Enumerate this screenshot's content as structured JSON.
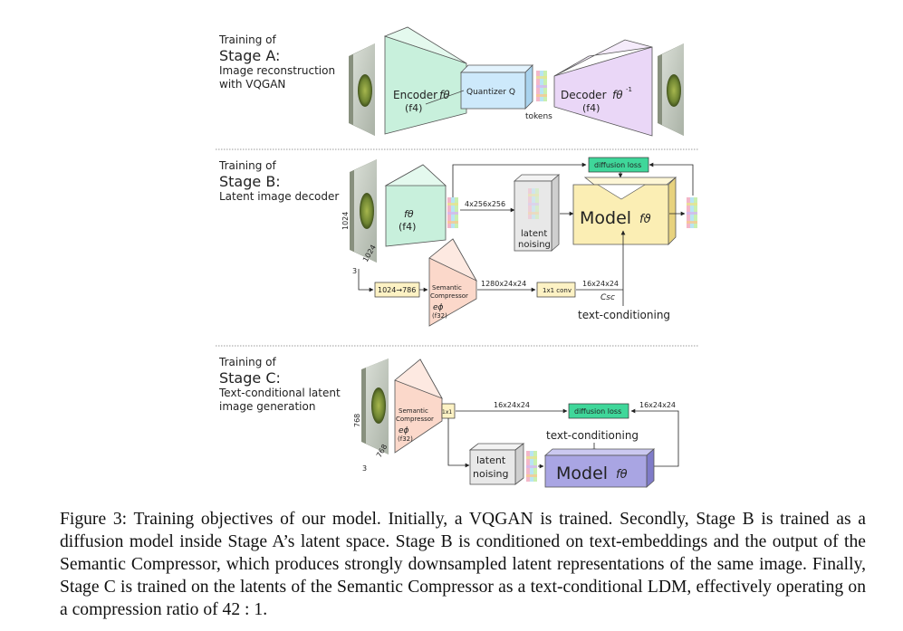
{
  "stage_a": {
    "line1": "Training of",
    "line2": "Stage A:",
    "line3": "Image reconstruction",
    "line4": "with VQGAN",
    "encoder": "Encoder",
    "encoder_fn": "fθ",
    "encoder_factor": "(f4)",
    "quantizer": "Quantizer Q",
    "tokens": "tokens",
    "decoder": "Decoder",
    "decoder_fn": "fθ",
    "decoder_sup": "-1",
    "decoder_factor": "(f4)"
  },
  "stage_b": {
    "line1": "Training of",
    "line2": "Stage B:",
    "line3": "Latent image decoder",
    "img_h": "1024",
    "img_w": "1024",
    "img_c": "3",
    "enc_fn": "fθ",
    "enc_factor": "(f4)",
    "dim_latent": "4x256x256",
    "latent_noising": [
      "latent",
      "noising"
    ],
    "model": "Model",
    "model_fn": "fϑ",
    "diffusion_loss": "diffusion loss",
    "resize": "1024→786",
    "semantic_compressor": [
      "Semantic",
      "Compressor"
    ],
    "sc_fn": "eϕ",
    "sc_factor": "(f32)",
    "dim_sc": "1280x24x24",
    "conv": "1x1 conv",
    "dim_cond": "16x24x24",
    "csc": "Csc",
    "text_conditioning": "text-conditioning"
  },
  "stage_c": {
    "line1": "Training of",
    "line2": "Stage C:",
    "line3": "Text-conditional latent",
    "line4": "image generation",
    "img_h": "768",
    "img_w": "768",
    "img_c": "3",
    "semantic_compressor": [
      "Semantic",
      "Compressor"
    ],
    "sc_fn": "eϕ",
    "sc_factor": "(f32)",
    "conv": "1x1",
    "dim_a": "16x24x24",
    "diffusion_loss": "diffusion loss",
    "dim_b": "16x24x24",
    "text_conditioning": "text-conditioning",
    "latent_noising": [
      "latent",
      "noising"
    ],
    "model": "Model",
    "model_fn": "fθ"
  },
  "caption": "Figure 3: Training objectives of our model. Initially, a VQGAN is trained. Secondly, Stage B is trained as a diffusion model inside Stage A’s latent space. Stage B is conditioned on text-embeddings and the output of the Semantic Compressor, which produces strongly downsampled latent representations of the same image. Finally, Stage C is trained on the latents of the Semantic Compressor as a text-conditional LDM, effectively operating on a compression ratio of 42 : 1.",
  "colors": {
    "encoder": "#c8f0dc",
    "quantizer": "#cde9fb",
    "decoder": "#ead7f7",
    "model_b": "#fbeeb4",
    "semantic": "#fbd8ca",
    "small_box": "#fdf2c4",
    "loss": "#3fd79a",
    "model_c": "#a9a5e3",
    "noising": "#e8e8e8"
  }
}
